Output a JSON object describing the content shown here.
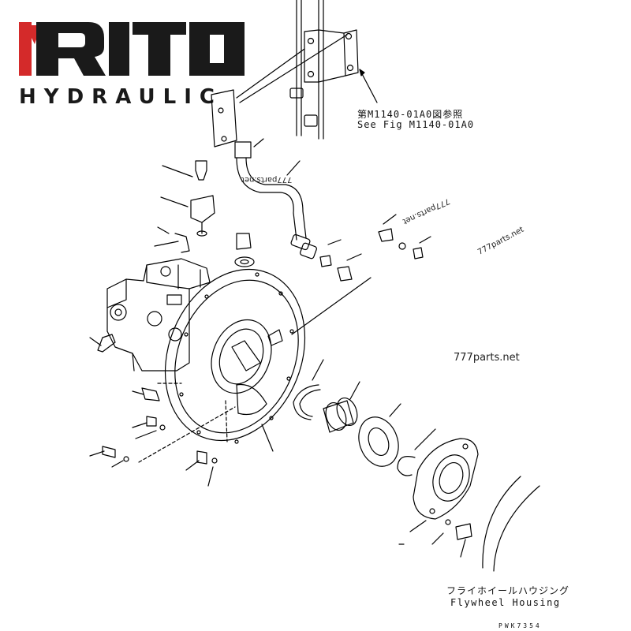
{
  "logo": {
    "brand": "RITO",
    "sub": "HYDRAULIC",
    "brand_color": "#d42a2a",
    "text_color": "#1a1a1a"
  },
  "reference": {
    "jp": "第M1140-01A0図参照",
    "en": "See Fig M1140-01A0"
  },
  "flywheel": {
    "jp": "フライホイールハウジング",
    "en": "Flywheel Housing"
  },
  "drawing_code": "PWK7354",
  "watermarks": [
    "777parts.net",
    "777parts.net",
    "777parts.net",
    "777parts.net"
  ],
  "line_color": "#000000"
}
